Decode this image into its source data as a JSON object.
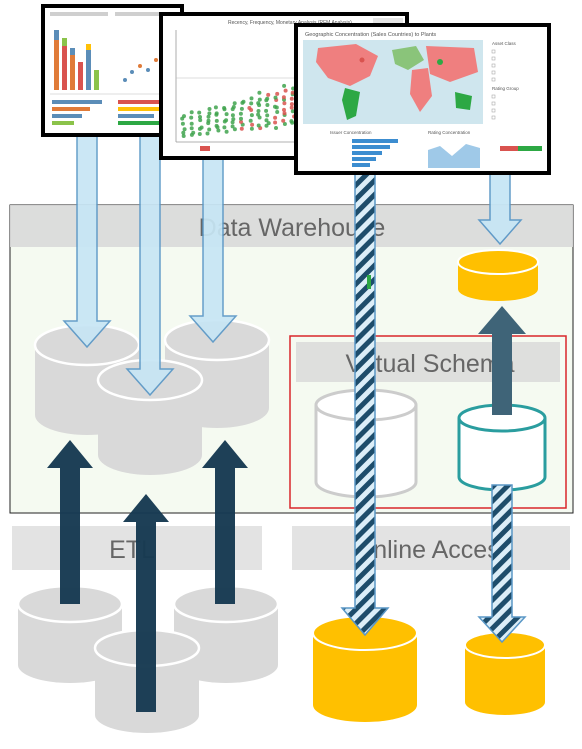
{
  "labels": {
    "warehouse": "Data Warehouse",
    "virtual_schema": "Virtual Schema",
    "etl": "ETL",
    "online_access": "Online Access"
  },
  "screenshots": {
    "middle_title": "Recency, Frequency, Monetary Analysis (RFM Analysis)",
    "right_title": "Geographic Concentration (Sales Countries) to Plants",
    "right_panel_issuer": "Issuer Concentration",
    "right_panel_rating": "Rating Concentration",
    "right_legend_asset": "Asset Class",
    "right_legend_rating": "Rating Group"
  },
  "colors": {
    "light_blue_arrow": "#c7e6f5",
    "arrow_outline": "#5a97c6",
    "dark_navy_arrow": "#173a52",
    "steel_arrow": "#3f6478",
    "hatch_dark": "#1e4d6b",
    "yellow_cylinder": "#ffc000",
    "gray_cylinder": "#d9d9d9",
    "teal_outline": "#2a9d9f",
    "red_frame": "#d9262a",
    "band_gray": "#d9d9d9",
    "warehouse_fill": "#f5faf1",
    "label_text": "#666666"
  },
  "icons": {
    "db_cylinder": "database-cylinder-icon",
    "arrow_up": "arrow-up-icon",
    "arrow_down": "arrow-down-icon"
  }
}
